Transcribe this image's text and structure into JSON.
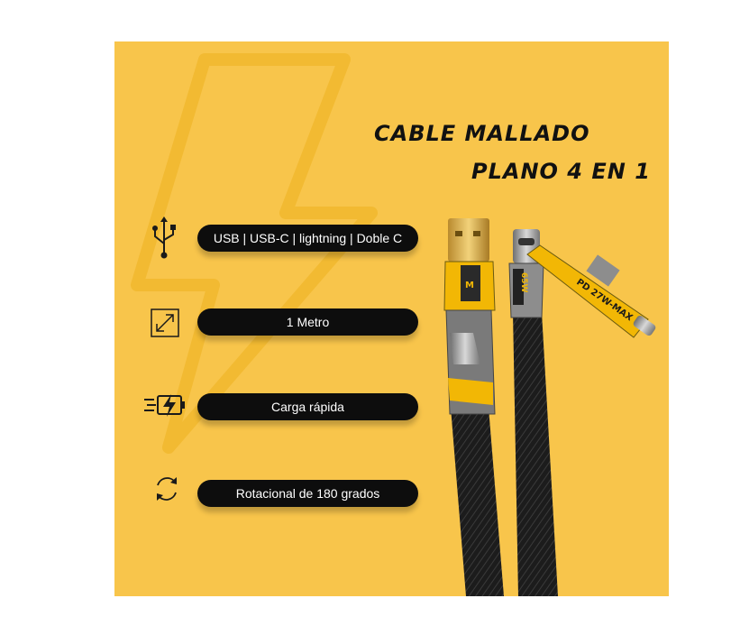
{
  "title": {
    "line1": "CABLE MALLADO",
    "line2": "PLANO 4 EN 1"
  },
  "features": [
    {
      "label": "USB | USB-C | lightning | Doble C",
      "icon": "usb-icon"
    },
    {
      "label": "1 Metro",
      "icon": "resize-arrow-icon"
    },
    {
      "label": "Carga rápida",
      "icon": "fast-charge-battery-icon"
    },
    {
      "label": "Rotacional de 180 grados",
      "icon": "rotate-icon"
    }
  ],
  "product_text": {
    "watts": "65W",
    "pd": "PD 27W-MAX"
  },
  "colors": {
    "background": "#f8c54b",
    "accent": "#f2b705",
    "pill": "#0d0d0d",
    "metal": "#8d8d8d"
  }
}
